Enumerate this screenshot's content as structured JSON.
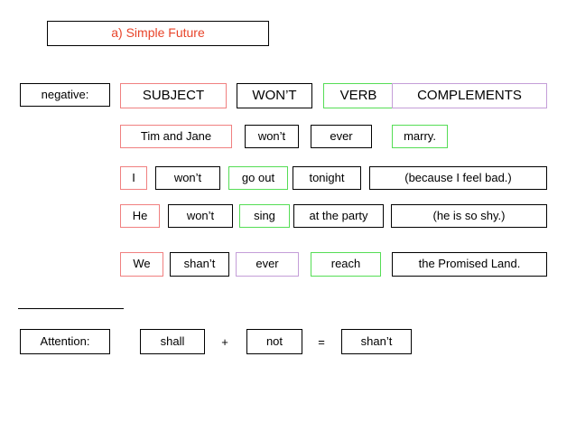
{
  "slide": {
    "title": "a) Simple Future",
    "rows": [
      {
        "name": "header-row",
        "cells": [
          {
            "text": "negative:",
            "color": "black"
          },
          {
            "text": "SUBJECT",
            "color": "red"
          },
          {
            "text": "WON’T",
            "color": "black"
          },
          {
            "text": "VERB",
            "color": "green"
          },
          {
            "text": "COMPLEMENTS",
            "color": "purple"
          }
        ]
      },
      {
        "name": "example-row-1",
        "cells": [
          {
            "text": "Tim and Jane",
            "color": "red"
          },
          {
            "text": "won’t",
            "color": "black"
          },
          {
            "text": "ever",
            "color": "black"
          },
          {
            "text": "marry.",
            "color": "green"
          }
        ]
      },
      {
        "name": "example-row-2",
        "cells": [
          {
            "text": "I",
            "color": "red"
          },
          {
            "text": "won’t",
            "color": "black"
          },
          {
            "text": "go out",
            "color": "green"
          },
          {
            "text": "tonight",
            "color": "black"
          },
          {
            "text": "(because I feel bad.)",
            "color": "black"
          }
        ]
      },
      {
        "name": "example-row-3",
        "cells": [
          {
            "text": "He",
            "color": "red"
          },
          {
            "text": "won’t",
            "color": "black"
          },
          {
            "text": "sing",
            "color": "green"
          },
          {
            "text": "at the party",
            "color": "black"
          },
          {
            "text": "(he is so shy.)",
            "color": "black"
          }
        ]
      },
      {
        "name": "example-row-4",
        "cells": [
          {
            "text": "We",
            "color": "red"
          },
          {
            "text": "shan’t",
            "color": "black"
          },
          {
            "text": "ever",
            "color": "purple"
          },
          {
            "text": "reach",
            "color": "green"
          },
          {
            "text": "the Promised Land.",
            "color": "black"
          }
        ]
      }
    ],
    "footnote": {
      "label": "Attention:",
      "term_1": "shall",
      "operator_plus": "+",
      "term_2": "not",
      "operator_equals": "=",
      "result": "shan’t"
    }
  }
}
